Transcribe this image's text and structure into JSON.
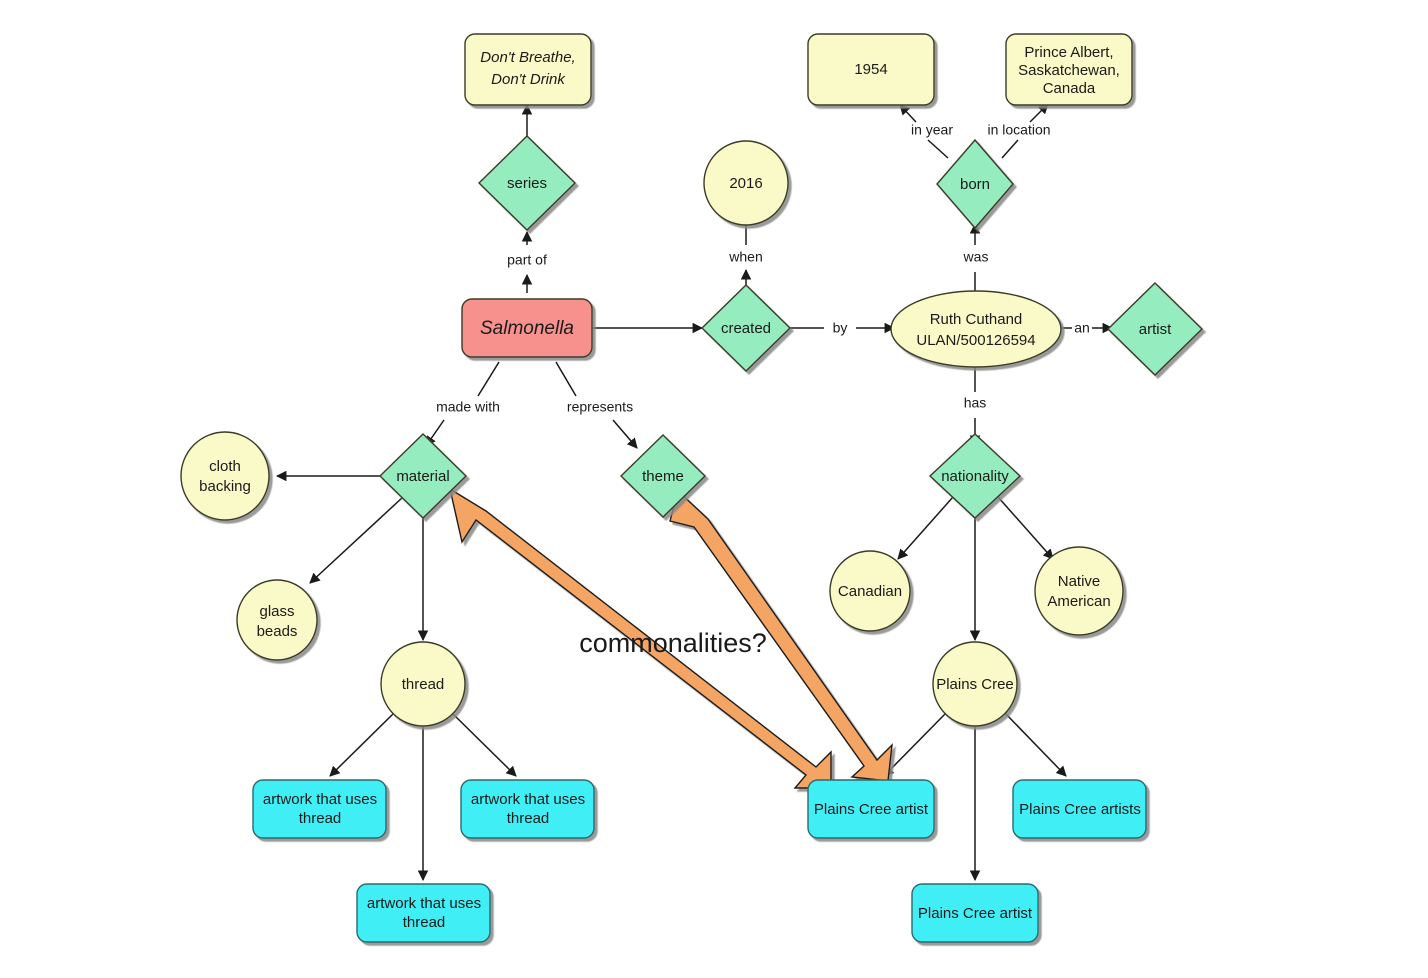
{
  "diagram": {
    "title": "Salmonella artwork knowledge graph",
    "annotation": "commonalities?",
    "colors": {
      "entity_yellow": "#FAFAC8",
      "subject_red": "#F7918E",
      "relation_green": "#95EDBF",
      "result_cyan": "#40EFF5",
      "highlight_orange": "#F4A463",
      "stroke": "#3b3b26",
      "edge": "#1a1a1a"
    },
    "nodes": {
      "series_title": "Don't Breathe,\nDon't Drink",
      "series_title_line1": "Don't Breathe,",
      "series_title_line2": "Don't Drink",
      "series": "series",
      "salmonella": "Salmonella",
      "year_2016": "2016",
      "created": "created",
      "artist_name_line1": "Ruth Cuthand",
      "artist_name_line2": "ULAN/500126594",
      "artist": "artist",
      "born": "born",
      "birth_year": "1954",
      "birth_place_line1": "Prince Albert,",
      "birth_place_line2": "Saskatchewan,",
      "birth_place_line3": "Canada",
      "material": "material",
      "theme": "theme",
      "nationality": "nationality",
      "cloth_backing_line1": "cloth",
      "cloth_backing_line2": "backing",
      "glass_beads_line1": "glass",
      "glass_beads_line2": "beads",
      "thread": "thread",
      "canadian": "Canadian",
      "native_american_line1": "Native",
      "native_american_line2": "American",
      "plains_cree": "Plains Cree",
      "artwork_thread_line1": "artwork that uses",
      "artwork_thread_line2": "thread",
      "plains_cree_artist": "Plains Cree artist",
      "plains_cree_artists": "Plains Cree artists"
    },
    "edge_labels": {
      "part_of": "part of",
      "when": "when",
      "by": "by",
      "an": "an",
      "in_year": "in year",
      "in_location": "in location",
      "was": "was",
      "made_with": "made with",
      "represents": "represents",
      "has": "has"
    },
    "graph_data": {
      "type": "diagram",
      "node_list": [
        {
          "id": "series_title",
          "label": "Don't Breathe, Don't Drink",
          "shape": "rounded-rect",
          "fill": "#FAFAC8",
          "style": "italic"
        },
        {
          "id": "series",
          "label": "series",
          "shape": "diamond",
          "fill": "#95EDBF"
        },
        {
          "id": "salmonella",
          "label": "Salmonella",
          "shape": "rounded-rect",
          "fill": "#F7918E",
          "style": "italic"
        },
        {
          "id": "year_2016",
          "label": "2016",
          "shape": "circle",
          "fill": "#FAFAC8"
        },
        {
          "id": "created",
          "label": "created",
          "shape": "diamond",
          "fill": "#95EDBF"
        },
        {
          "id": "ruth_cuthand",
          "label": "Ruth Cuthand ULAN/500126594",
          "shape": "ellipse",
          "fill": "#FAFAC8"
        },
        {
          "id": "artist",
          "label": "artist",
          "shape": "diamond",
          "fill": "#95EDBF"
        },
        {
          "id": "born",
          "label": "born",
          "shape": "diamond",
          "fill": "#95EDBF"
        },
        {
          "id": "birth_year",
          "label": "1954",
          "shape": "rounded-rect",
          "fill": "#FAFAC8"
        },
        {
          "id": "birth_place",
          "label": "Prince Albert, Saskatchewan, Canada",
          "shape": "rounded-rect",
          "fill": "#FAFAC8"
        },
        {
          "id": "material",
          "label": "material",
          "shape": "diamond",
          "fill": "#95EDBF"
        },
        {
          "id": "theme",
          "label": "theme",
          "shape": "diamond",
          "fill": "#95EDBF"
        },
        {
          "id": "nationality",
          "label": "nationality",
          "shape": "diamond",
          "fill": "#95EDBF"
        },
        {
          "id": "cloth_backing",
          "label": "cloth backing",
          "shape": "circle",
          "fill": "#FAFAC8"
        },
        {
          "id": "glass_beads",
          "label": "glass beads",
          "shape": "circle",
          "fill": "#FAFAC8"
        },
        {
          "id": "thread",
          "label": "thread",
          "shape": "circle",
          "fill": "#FAFAC8"
        },
        {
          "id": "canadian",
          "label": "Canadian",
          "shape": "circle",
          "fill": "#FAFAC8"
        },
        {
          "id": "native_american",
          "label": "Native American",
          "shape": "circle",
          "fill": "#FAFAC8"
        },
        {
          "id": "plains_cree",
          "label": "Plains Cree",
          "shape": "circle",
          "fill": "#FAFAC8"
        },
        {
          "id": "artwork_thread_1",
          "label": "artwork that uses thread",
          "shape": "rounded-rect",
          "fill": "#40EFF5"
        },
        {
          "id": "artwork_thread_2",
          "label": "artwork that uses thread",
          "shape": "rounded-rect",
          "fill": "#40EFF5"
        },
        {
          "id": "artwork_thread_3",
          "label": "artwork that uses thread",
          "shape": "rounded-rect",
          "fill": "#40EFF5"
        },
        {
          "id": "plains_cree_artist_1",
          "label": "Plains Cree artist",
          "shape": "rounded-rect",
          "fill": "#40EFF5"
        },
        {
          "id": "plains_cree_artists",
          "label": "Plains Cree artists",
          "shape": "rounded-rect",
          "fill": "#40EFF5"
        },
        {
          "id": "plains_cree_artist_2",
          "label": "Plains Cree artist",
          "shape": "rounded-rect",
          "fill": "#40EFF5"
        }
      ],
      "edge_list": [
        {
          "from": "salmonella",
          "to": "series",
          "label": "part of"
        },
        {
          "from": "series",
          "to": "series_title",
          "label": ""
        },
        {
          "from": "salmonella",
          "to": "created",
          "label": ""
        },
        {
          "from": "created",
          "to": "year_2016",
          "label": "when"
        },
        {
          "from": "created",
          "to": "ruth_cuthand",
          "label": "by"
        },
        {
          "from": "ruth_cuthand",
          "to": "artist",
          "label": "an"
        },
        {
          "from": "ruth_cuthand",
          "to": "born",
          "label": "was"
        },
        {
          "from": "born",
          "to": "birth_year",
          "label": "in year"
        },
        {
          "from": "born",
          "to": "birth_place",
          "label": "in location"
        },
        {
          "from": "salmonella",
          "to": "material",
          "label": "made with"
        },
        {
          "from": "salmonella",
          "to": "theme",
          "label": "represents"
        },
        {
          "from": "ruth_cuthand",
          "to": "nationality",
          "label": "has"
        },
        {
          "from": "material",
          "to": "cloth_backing",
          "label": ""
        },
        {
          "from": "material",
          "to": "glass_beads",
          "label": ""
        },
        {
          "from": "material",
          "to": "thread",
          "label": ""
        },
        {
          "from": "thread",
          "to": "artwork_thread_1",
          "label": ""
        },
        {
          "from": "thread",
          "to": "artwork_thread_2",
          "label": ""
        },
        {
          "from": "thread",
          "to": "artwork_thread_3",
          "label": ""
        },
        {
          "from": "nationality",
          "to": "canadian",
          "label": ""
        },
        {
          "from": "nationality",
          "to": "native_american",
          "label": ""
        },
        {
          "from": "nationality",
          "to": "plains_cree",
          "label": ""
        },
        {
          "from": "plains_cree",
          "to": "plains_cree_artist_1",
          "label": ""
        },
        {
          "from": "plains_cree",
          "to": "plains_cree_artists",
          "label": ""
        },
        {
          "from": "plains_cree",
          "to": "plains_cree_artist_2",
          "label": ""
        },
        {
          "from": "plains_cree_artist_1",
          "to": "material",
          "label": "commonalities?",
          "style": "orange-double"
        },
        {
          "from": "plains_cree_artist_1",
          "to": "theme",
          "label": "commonalities?",
          "style": "orange-double"
        }
      ]
    }
  }
}
